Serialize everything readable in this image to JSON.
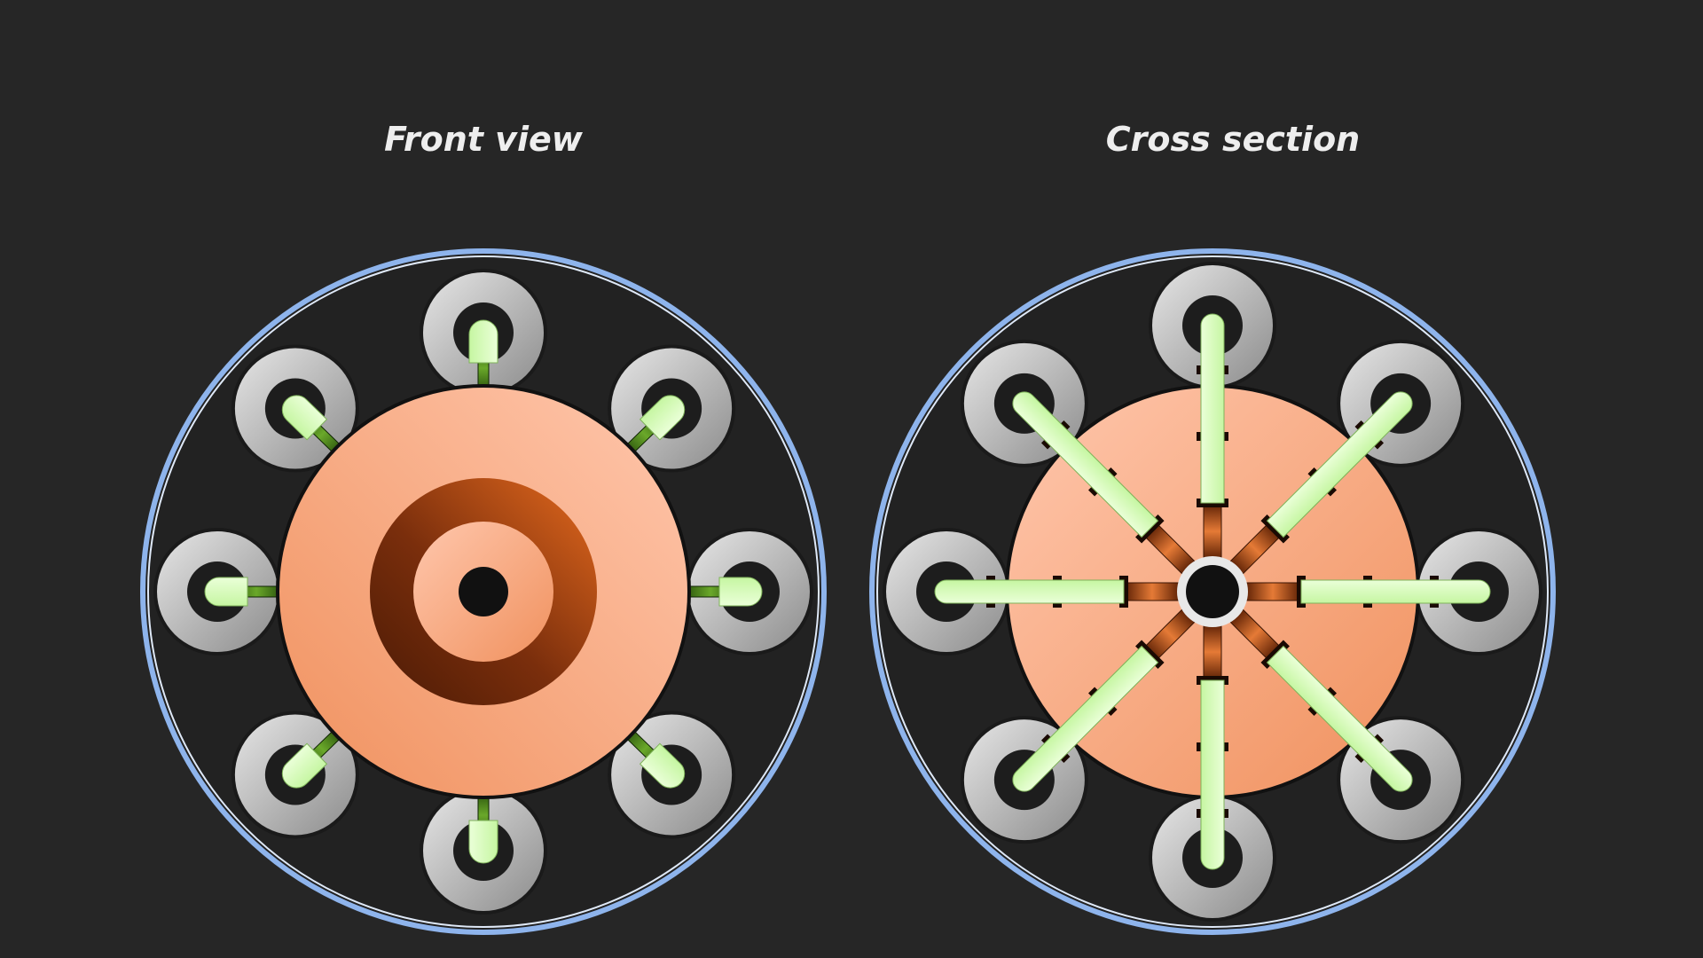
{
  "views": [
    {
      "id": "front",
      "title": "Front view"
    },
    {
      "id": "section",
      "title": "Cross section"
    }
  ],
  "colors": {
    "background": "#262626",
    "title": "#eeeeee",
    "housing_ring": "#8eb4ec",
    "housing_ring_inner": "#dfe9f8",
    "core_light": "#ffc7ad",
    "core_dark": "#f0915e",
    "groove_light": "#e56a1e",
    "groove_dark": "#4a1a05",
    "hub": "#111111",
    "pipe_light": "#eaffd8",
    "pipe_mid": "#c6f6a2",
    "stem_green": "#3f7a12",
    "cup_light": "#e6e6e6",
    "cup_dark": "#8c8c8c",
    "socket": "#1d1d1d",
    "connector_copper": "#a04510"
  },
  "chambers": 8
}
